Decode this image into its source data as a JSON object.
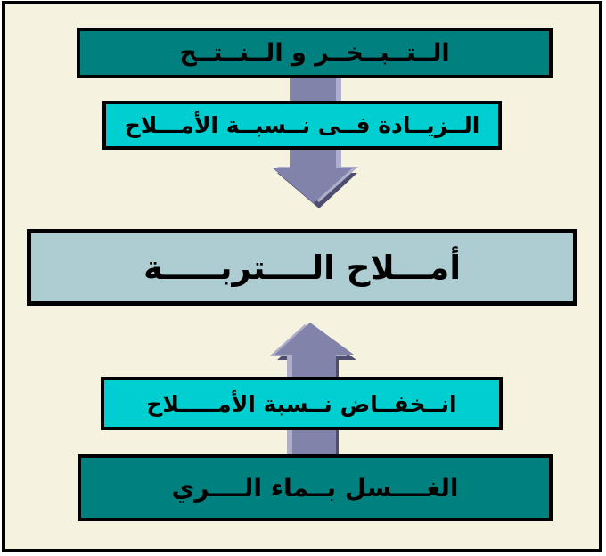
{
  "diagram": {
    "description": "soil-salinity-cycle-flow-diagram",
    "boxes": {
      "evaporation": {
        "label": "الــتــبــخــر و الــنــتــح"
      },
      "increase": {
        "label": "الــزيــادة فــى نــسبــة الأمـــلاح"
      },
      "soil_salts": {
        "label": "أمـــلاح الــــتربـــــة"
      },
      "decrease": {
        "label": "انــخفــاض نــسبة الأمـــــلاح"
      },
      "leaching": {
        "label": "الغــــسل بــماء الــــري"
      }
    },
    "icons": {
      "down_arrow": "arrow-down",
      "up_arrow": "arrow-up"
    },
    "colors": {
      "background": "#F5F2DF",
      "teal_box": "#00817F",
      "cyan_box": "#00CFD1",
      "center_box": "#AECDD2",
      "border": "#000000",
      "text": "#000000",
      "arrow": "#8283AB",
      "arrow_shadow": "#4E4E70",
      "arrow_highlight": "#AEAECB"
    }
  }
}
